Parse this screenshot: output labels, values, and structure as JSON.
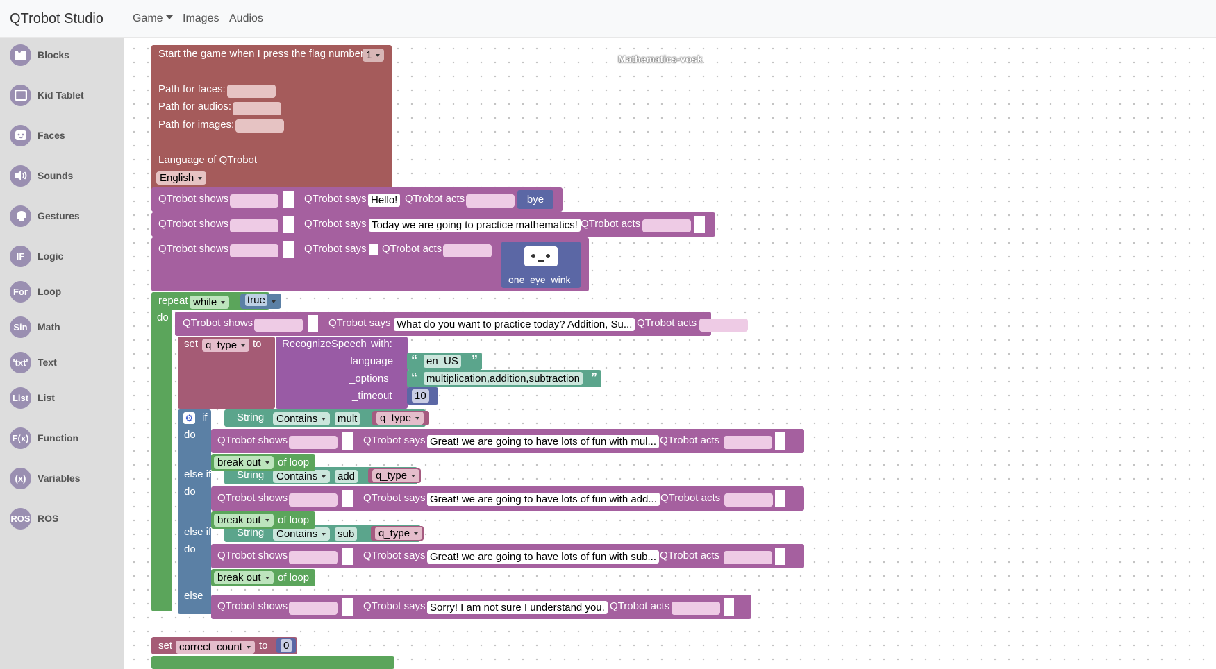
{
  "app": {
    "brand": "QTrobot Studio",
    "nav": [
      "Game",
      "Images",
      "Audios"
    ]
  },
  "sidebar": {
    "items": [
      {
        "label": "Blocks",
        "badge": "",
        "icon": "blocks-icon"
      },
      {
        "label": "Kid Tablet",
        "badge": "",
        "icon": "tablet-icon"
      },
      {
        "label": "Faces",
        "badge": "",
        "icon": "face-icon"
      },
      {
        "label": "Sounds",
        "badge": "",
        "icon": "speaker-icon"
      },
      {
        "label": "Gestures",
        "badge": "",
        "icon": "head-icon"
      },
      {
        "label": "Logic",
        "badge": "IF",
        "icon": ""
      },
      {
        "label": "Loop",
        "badge": "For",
        "icon": ""
      },
      {
        "label": "Math",
        "badge": "Sin",
        "icon": ""
      },
      {
        "label": "Text",
        "badge": "'txt'",
        "icon": ""
      },
      {
        "label": "List",
        "badge": "List",
        "icon": ""
      },
      {
        "label": "Function",
        "badge": "F(x)",
        "icon": ""
      },
      {
        "label": "Variables",
        "badge": "(x)",
        "icon": ""
      },
      {
        "label": "ROS",
        "badge": "ROS",
        "icon": ""
      }
    ]
  },
  "workspace": {
    "title": "Mathematics-vosk"
  },
  "start": {
    "label": "Start the game when I press the flag number",
    "flag": "1",
    "faces": "Path for faces:",
    "audios": "Path for audios:",
    "images": "Path for images:",
    "language": "Language of QTrobot",
    "lang_value": "English"
  },
  "words": {
    "shows": "QTrobot shows",
    "says": "QTrobot says",
    "acts": "QTrobot acts",
    "repeat": "repeat",
    "while": "while",
    "true": "true",
    "do": "do",
    "set": "set",
    "to": "to",
    "if": "if",
    "elseif": "else if",
    "else": "else",
    "string": "String",
    "contains": "Contains",
    "breakout": "break out",
    "ofloop": "of loop",
    "recog": "RecognizeSpeech",
    "with": "with:",
    "lang": "_language",
    "options": "_options",
    "timeout": "_timeout"
  },
  "say": [
    "Hello!",
    "Today we are going to practice mathematics!",
    "",
    "What do you want to practice today? Addition, Su...",
    "Great! we are going to have lots of fun with mul...",
    "Great! we are going to have lots of fun with add...",
    "Great! we are going to have lots of fun with sub...",
    "Sorry! I am not sure I understand you."
  ],
  "gestures": {
    "bye": "bye",
    "wink": "one_eye_wink"
  },
  "vars": {
    "qtype": "q_type",
    "correct": "correct_count"
  },
  "speech": {
    "lang": "en_US",
    "options": "multiplication,addition,subtraction",
    "timeout": "10"
  },
  "conds": [
    "mult",
    "add",
    "sub"
  ],
  "zero": "0"
}
